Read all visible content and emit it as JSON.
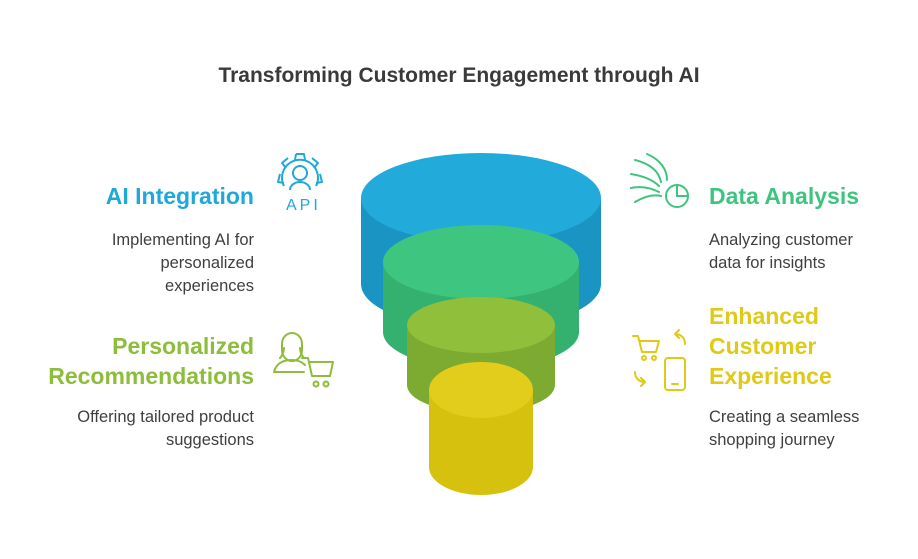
{
  "title": "Transforming Customer Engagement through AI",
  "colors": {
    "blue": "#1fa8d9",
    "green": "#3dc47e",
    "lime": "#8dbd3a",
    "yellow": "#dfca17"
  },
  "steps": [
    {
      "heading": "AI Integration",
      "description_lines": [
        "Implementing AI for",
        "personalized",
        "experiences"
      ],
      "icon": "gear-api-icon",
      "color": "#1fa8d9"
    },
    {
      "heading": "Data Analysis",
      "description_lines": [
        "Analyzing customer",
        "data for insights"
      ],
      "icon": "data-stream-clock-icon",
      "color": "#3dc47e"
    },
    {
      "heading_lines": [
        "Personalized",
        "Recommendations"
      ],
      "description_lines": [
        "Offering tailored product",
        "suggestions"
      ],
      "icon": "person-cart-icon",
      "color": "#8dbd3a"
    },
    {
      "heading_lines": [
        "Enhanced",
        "Customer",
        "Experience"
      ],
      "description_lines": [
        "Creating a seamless",
        "shopping journey"
      ],
      "icon": "cart-phone-sync-icon",
      "color": "#dfca17"
    }
  ],
  "icon_text": {
    "api": "API"
  }
}
